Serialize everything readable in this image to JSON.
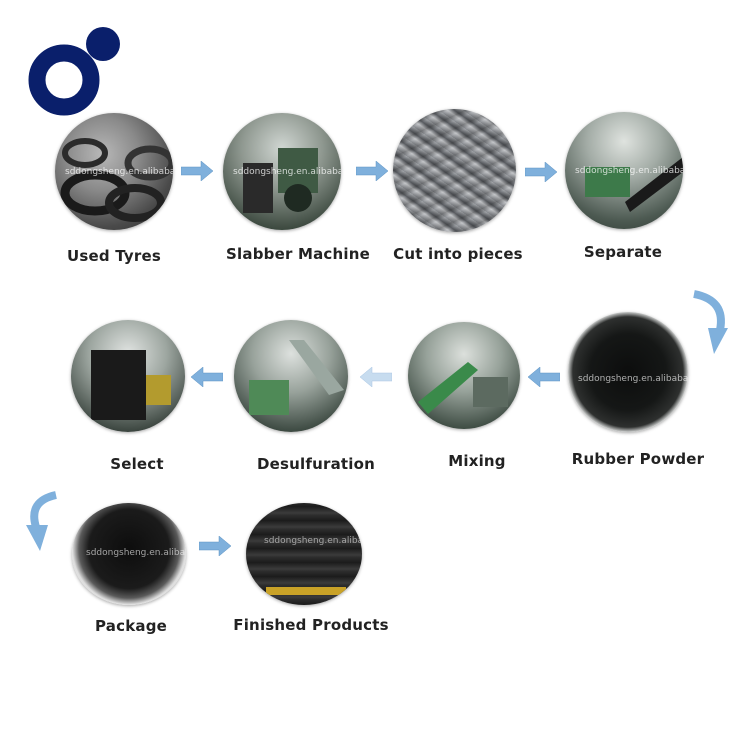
{
  "logo": {
    "name": "company-logo",
    "color": "#0a1f6b"
  },
  "watermark": "sddongsheng.en.alibaba.com",
  "arrow_color": "#7fb0dc",
  "steps": [
    {
      "label": "Used Tyres"
    },
    {
      "label": "Slabber Machine"
    },
    {
      "label": "Cut into pieces"
    },
    {
      "label": "Separate"
    },
    {
      "label": "Rubber Powder"
    },
    {
      "label": "Mixing"
    },
    {
      "label": "Desulfuration"
    },
    {
      "label": "Select"
    },
    {
      "label": "Package"
    },
    {
      "label": "Finished Products"
    }
  ]
}
